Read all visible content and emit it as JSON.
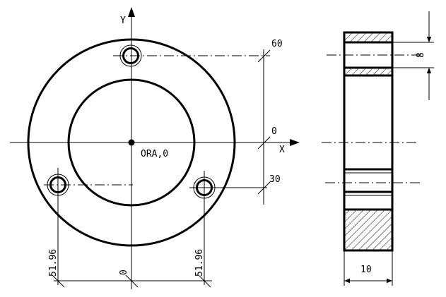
{
  "front_view": {
    "axis_x_label": "X",
    "axis_y_label": "Y",
    "origin_label": "ORA,0",
    "dim_y_top": "60",
    "dim_y_zero": "0",
    "dim_y_bottom": "30",
    "dim_x_left": "51.96",
    "dim_x_zero": "0",
    "dim_x_right": "51.96"
  },
  "side_view": {
    "dim_thickness": "10",
    "dim_hole": "8"
  }
}
